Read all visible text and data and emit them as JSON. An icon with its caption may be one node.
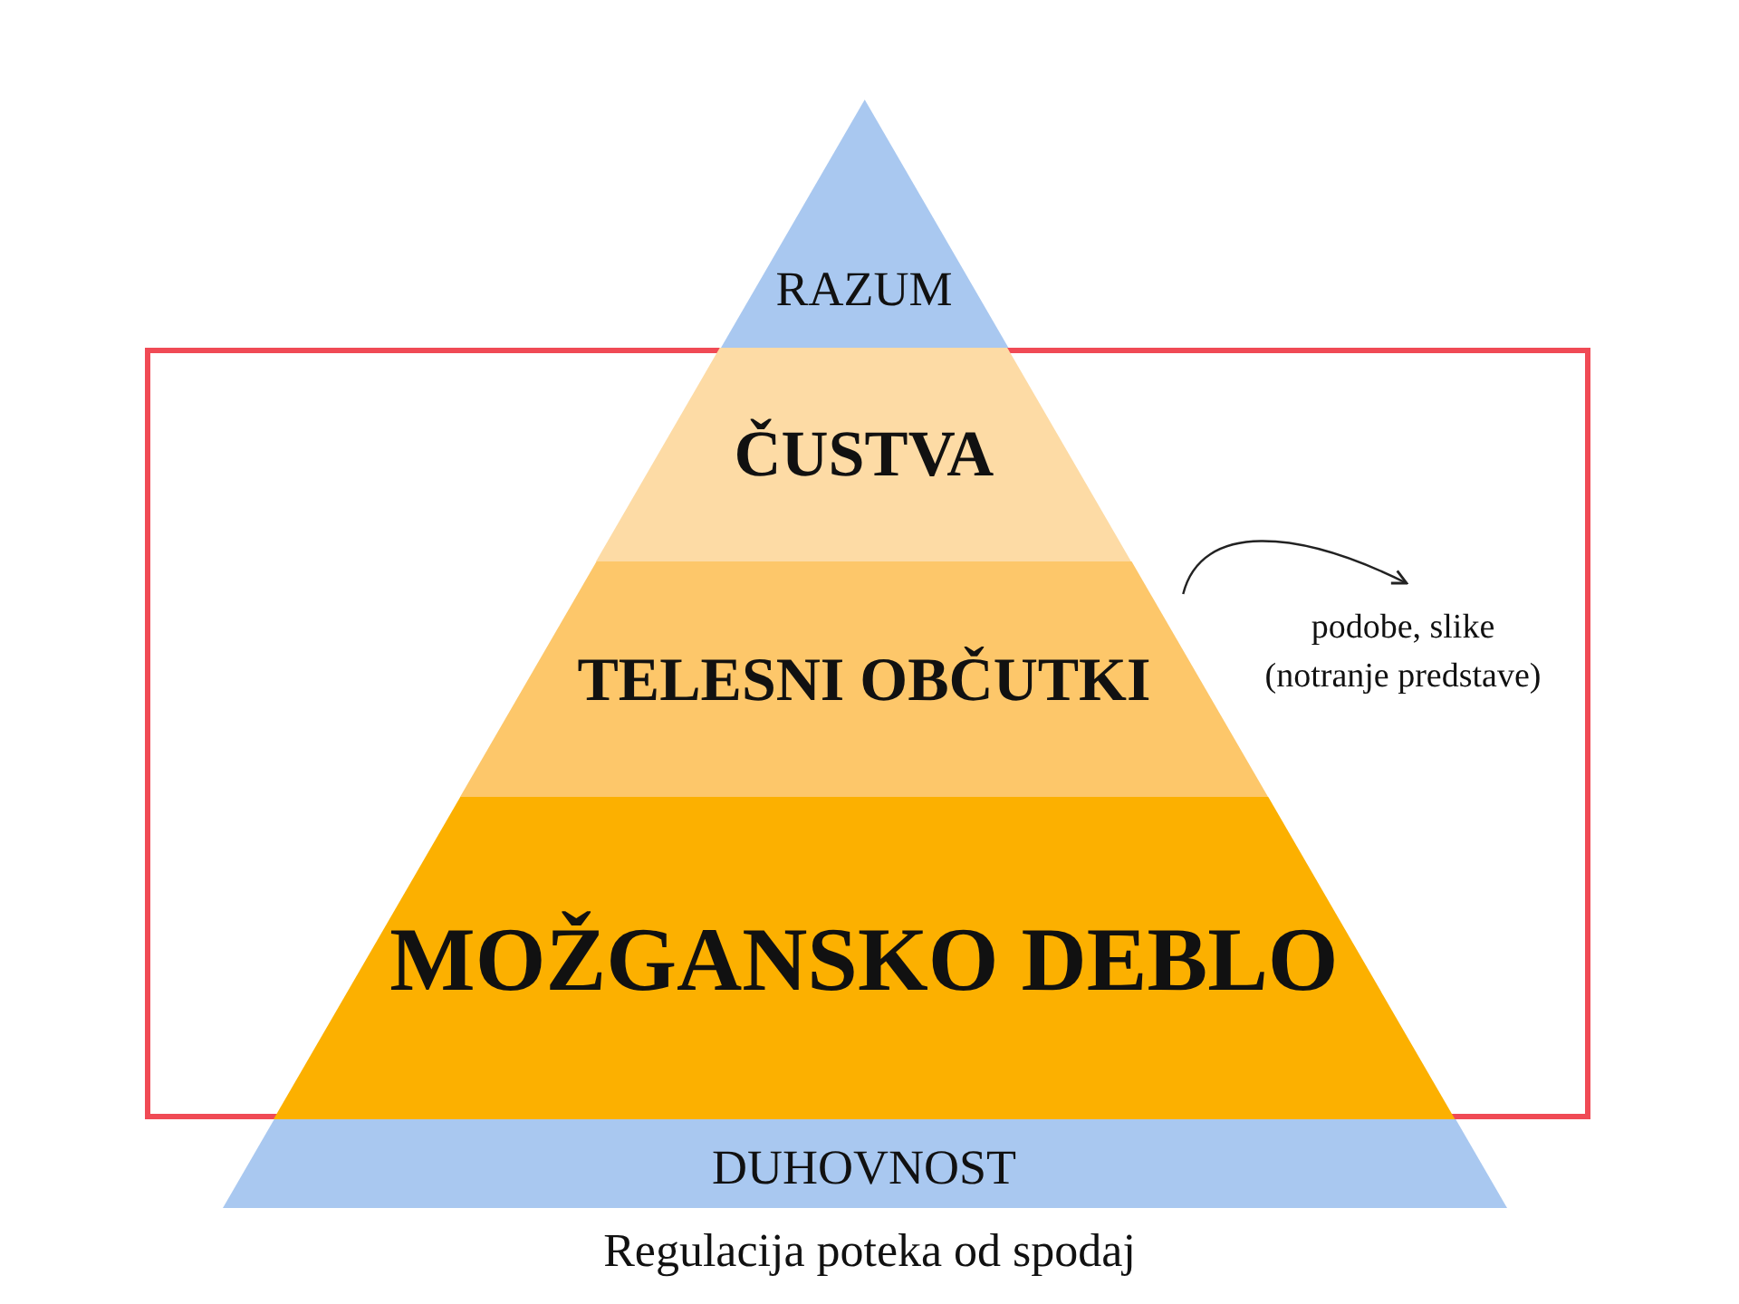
{
  "diagram": {
    "caption": "Regulacija poteka od spodaj",
    "nodes": [
      {
        "text": [
          "RAZUM"
        ]
      },
      {
        "text": [],
        "shape": "box"
      },
      {
        "text": [
          "ČUSTVA"
        ],
        "in": 1
      },
      {
        "text": [
          "TELESNI OBČUTKI"
        ],
        "in": 1
      },
      {
        "text": [
          "MOŽGANSKO DEBLO"
        ],
        "in": 1
      },
      {
        "text": [
          "DUHOVNOST"
        ]
      },
      {
        "text": [
          "podobe, slike (notranje predstave)"
        ],
        "in": 1
      }
    ],
    "edges": [
      {
        "from": 3,
        "to": 6,
        "arrow": "to"
      }
    ]
  }
}
